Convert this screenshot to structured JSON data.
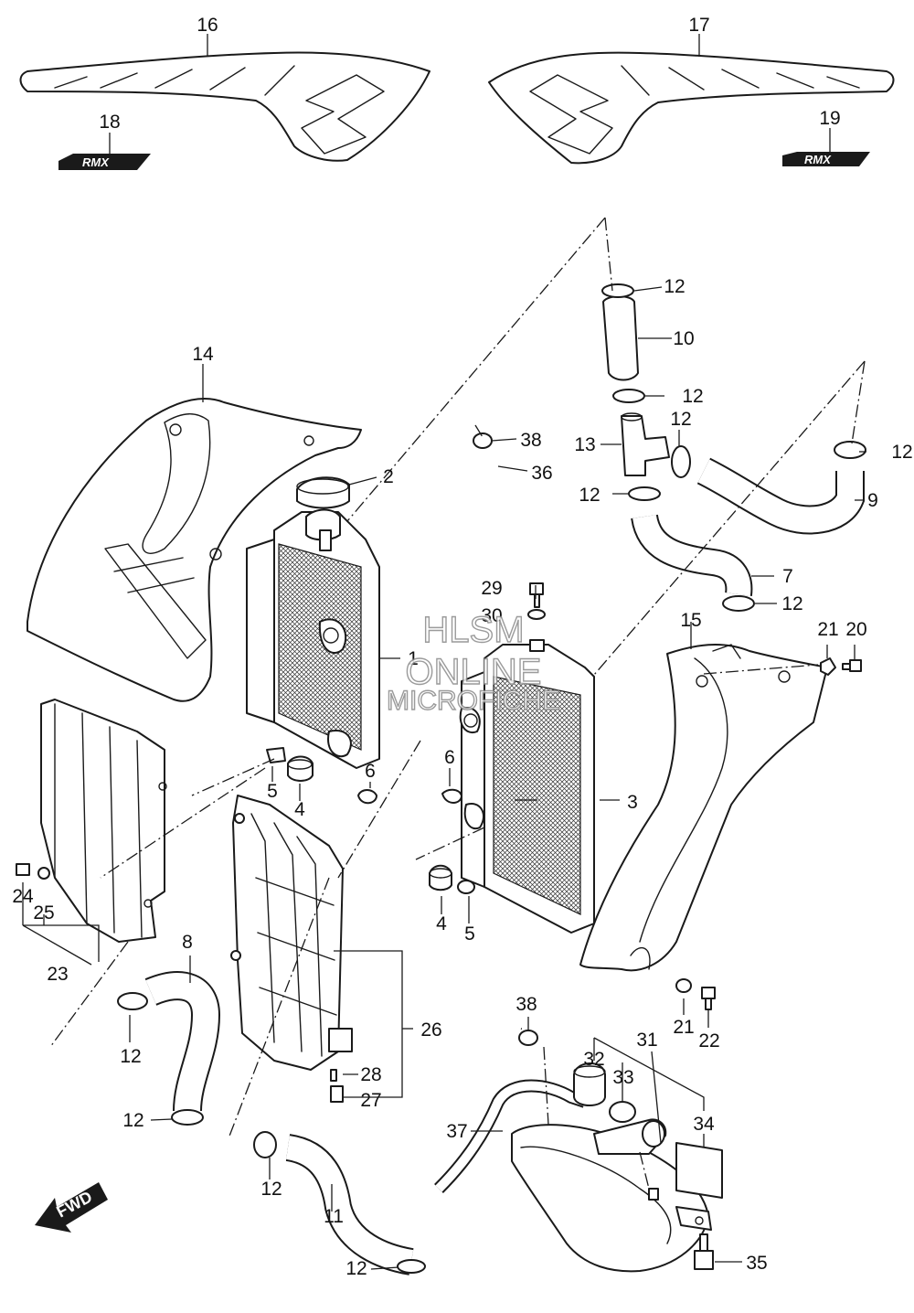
{
  "callouts": [
    "1",
    "2",
    "3",
    "4",
    "5",
    "6",
    "7",
    "8",
    "9",
    "10",
    "11",
    "12",
    "13",
    "14",
    "15",
    "16",
    "17",
    "18",
    "19",
    "20",
    "21",
    "22",
    "23",
    "24",
    "25",
    "26",
    "27",
    "28",
    "29",
    "30",
    "31",
    "32",
    "33",
    "34",
    "35",
    "36",
    "37",
    "38"
  ],
  "decal_text": "RMX",
  "fwd_label": "FWD",
  "watermark": {
    "line1": "HLSM",
    "line2": "ONLINE",
    "line3": "MICROFICHE"
  },
  "colors": {
    "line": "#1a1a1a",
    "background": "#ffffff",
    "watermark": "#8a8a8a"
  }
}
